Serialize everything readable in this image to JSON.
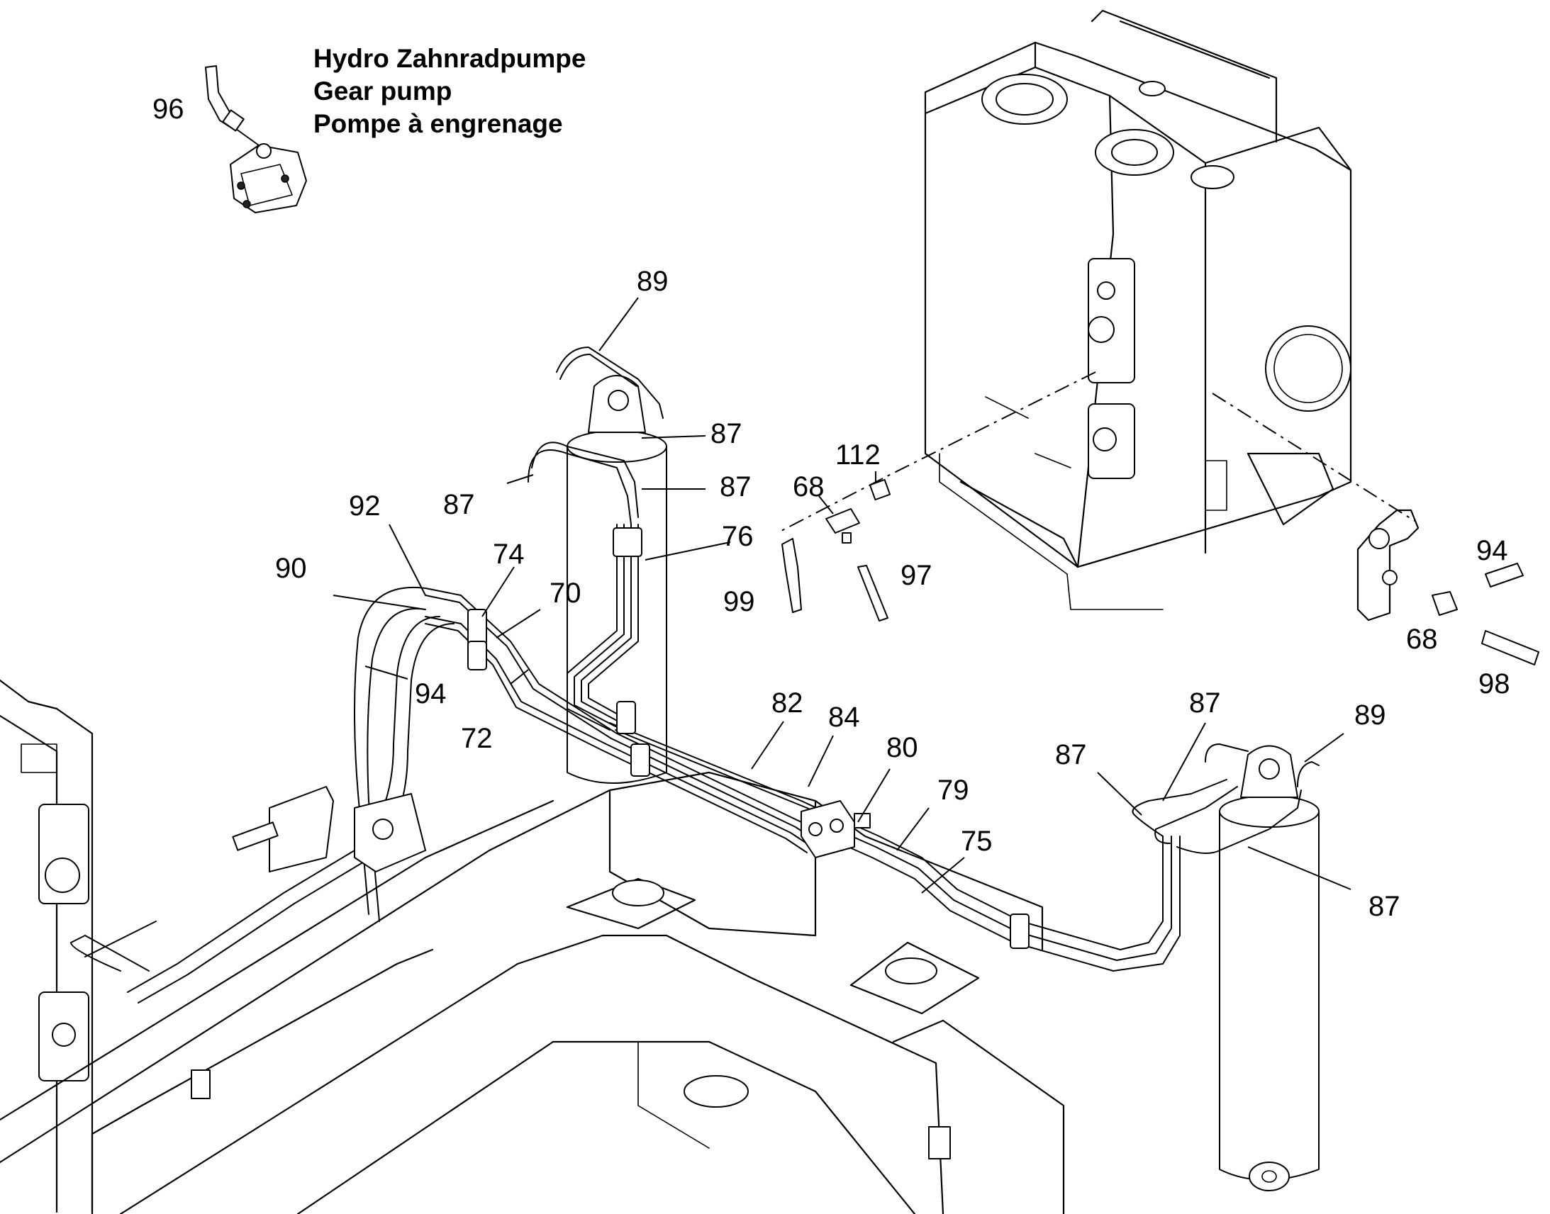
{
  "title": {
    "line1": "Hydro Zahnradpumpe",
    "line2": "Gear pump",
    "line3": "Pompe à engrenage"
  },
  "callouts": [
    {
      "id": "c96",
      "text": "96"
    },
    {
      "id": "c89a",
      "text": "89"
    },
    {
      "id": "c87a",
      "text": "87"
    },
    {
      "id": "c87b",
      "text": "87"
    },
    {
      "id": "c87c",
      "text": "87"
    },
    {
      "id": "c112",
      "text": "112"
    },
    {
      "id": "c68a",
      "text": "68"
    },
    {
      "id": "c92",
      "text": "92"
    },
    {
      "id": "c74",
      "text": "74"
    },
    {
      "id": "c76",
      "text": "76"
    },
    {
      "id": "c90",
      "text": "90"
    },
    {
      "id": "c70",
      "text": "70"
    },
    {
      "id": "c97",
      "text": "97"
    },
    {
      "id": "c99",
      "text": "99"
    },
    {
      "id": "c94a",
      "text": "94"
    },
    {
      "id": "c68b",
      "text": "68"
    },
    {
      "id": "c98",
      "text": "98"
    },
    {
      "id": "c94b",
      "text": "94"
    },
    {
      "id": "c72",
      "text": "72"
    },
    {
      "id": "c82",
      "text": "82"
    },
    {
      "id": "c84",
      "text": "84"
    },
    {
      "id": "c87d",
      "text": "87"
    },
    {
      "id": "c89b",
      "text": "89"
    },
    {
      "id": "c80",
      "text": "80"
    },
    {
      "id": "c87e",
      "text": "87"
    },
    {
      "id": "c79",
      "text": "79"
    },
    {
      "id": "c75",
      "text": "75"
    },
    {
      "id": "c87f",
      "text": "87"
    }
  ]
}
